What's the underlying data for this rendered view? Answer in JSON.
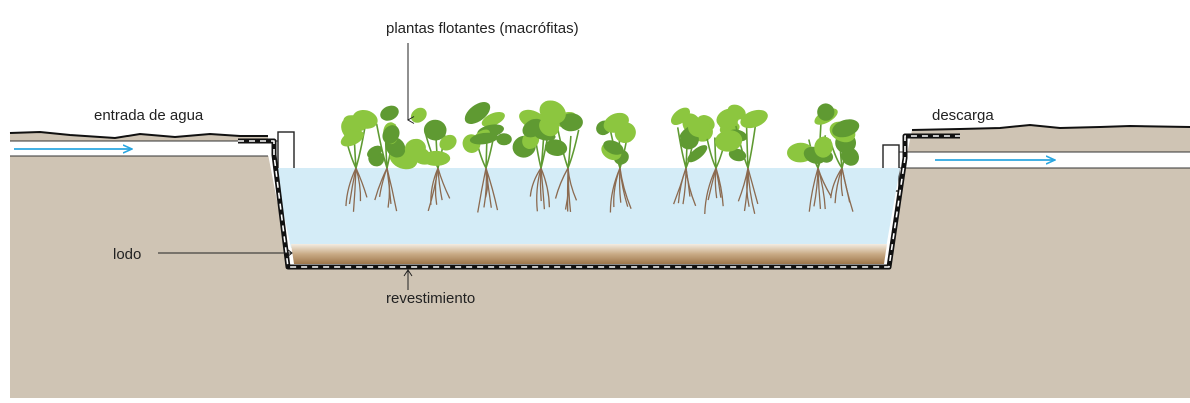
{
  "labels": {
    "plants": "plantas flotantes (macrófitas)",
    "inlet": "entrada de agua",
    "outlet": "descarga",
    "sludge": "lodo",
    "liner": "revestimiento"
  },
  "colors": {
    "soil": "#cfc4b4",
    "water": "#d4ecf7",
    "sludge": "#a88257",
    "flow_arrow": "#2aa6e0",
    "liner": "#111111",
    "leaf_light": "#8cc63f",
    "leaf_dark": "#5f9a32",
    "root": "#8b6a50"
  }
}
